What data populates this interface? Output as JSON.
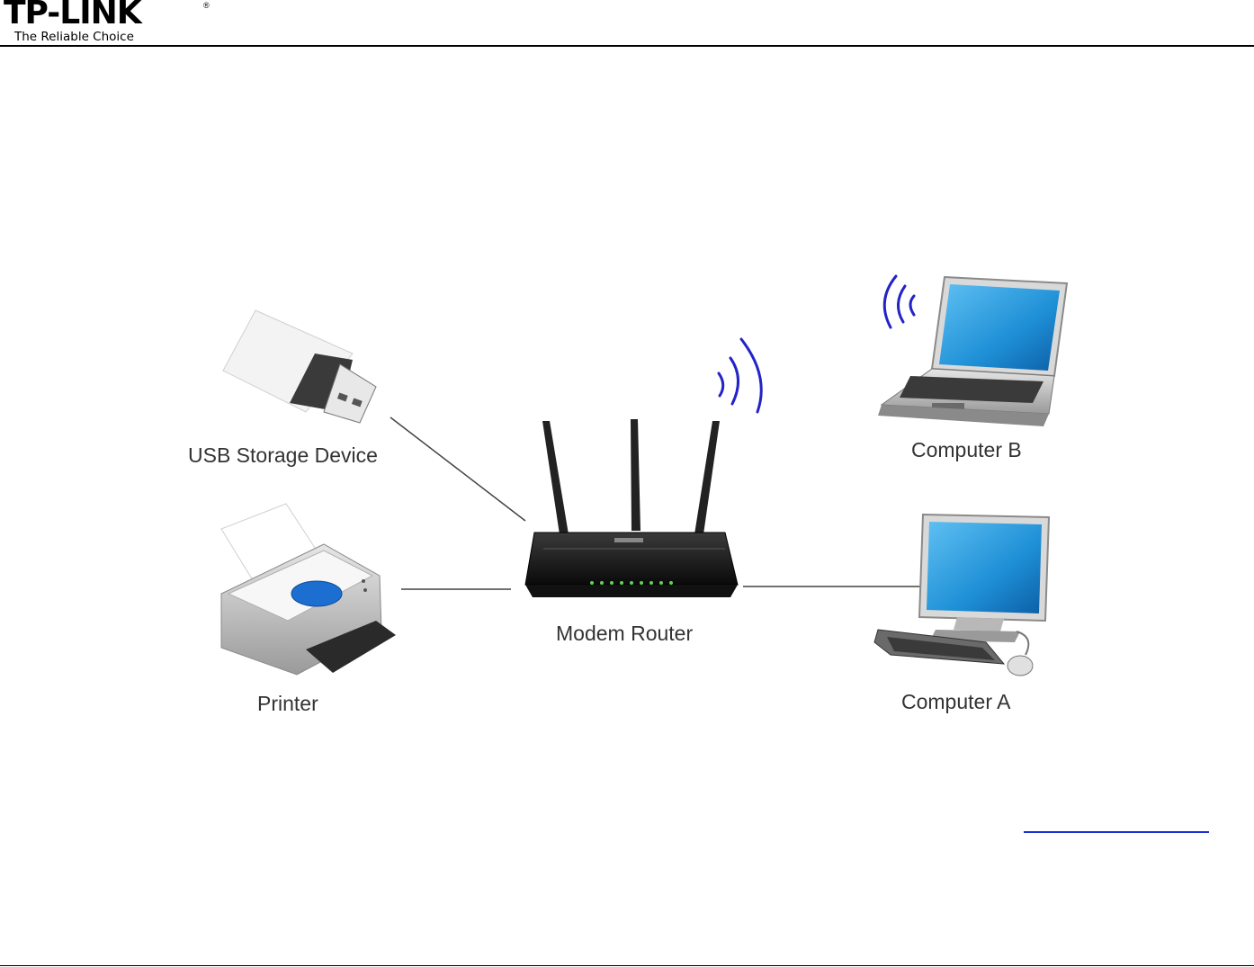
{
  "header": {
    "logo_text": "TP-LINK",
    "logo_registered": "®",
    "tagline": "The Reliable Choice"
  },
  "diagram": {
    "nodes": {
      "usb": "USB Storage Device",
      "printer": "Printer",
      "router": "Modem Router",
      "computer_b": "Computer B",
      "computer_a": "Computer A"
    },
    "connections": [
      {
        "from": "usb",
        "to": "router",
        "type": "wired"
      },
      {
        "from": "printer",
        "to": "router",
        "type": "wired"
      },
      {
        "from": "router",
        "to": "computer_a",
        "type": "wired"
      },
      {
        "from": "router",
        "to": "computer_b",
        "type": "wireless"
      }
    ]
  },
  "colors": {
    "wifi_signal": "#2323c8",
    "link": "#1a2fd6",
    "screen": "#1e8fd6"
  }
}
